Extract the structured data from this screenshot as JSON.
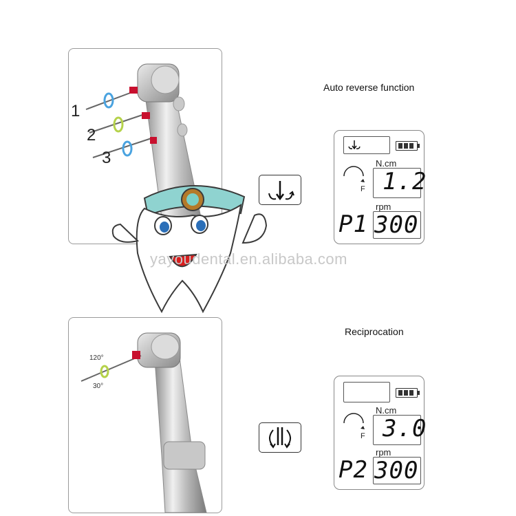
{
  "top_section": {
    "numbers": [
      "1",
      "2",
      "3"
    ],
    "caption": "Auto reverse function",
    "lcd": {
      "torque_unit": "N.cm",
      "torque_value": "1.2",
      "speed_unit": "rpm",
      "speed_value": "300",
      "program": "P1",
      "direction_letter": "F"
    }
  },
  "bottom_section": {
    "angle_top": "120°",
    "angle_bottom": "30°",
    "caption": "Reciprocation",
    "lcd": {
      "torque_unit": "N.cm",
      "torque_value": "3.0",
      "speed_unit": "rpm",
      "speed_value": "300",
      "program": "P2",
      "direction_letter": "F"
    }
  },
  "watermark": "yayoudental.en.alibaba.com",
  "colors": {
    "panel_border": "#9a9a9a",
    "ring_blue": "#4aa3e0",
    "ring_green": "#b5d24a",
    "file_red": "#c8102e",
    "tooth_outline": "#3a3a3a",
    "crown_teal": "#8fd3d0",
    "mouth_red": "#d81e1e"
  }
}
